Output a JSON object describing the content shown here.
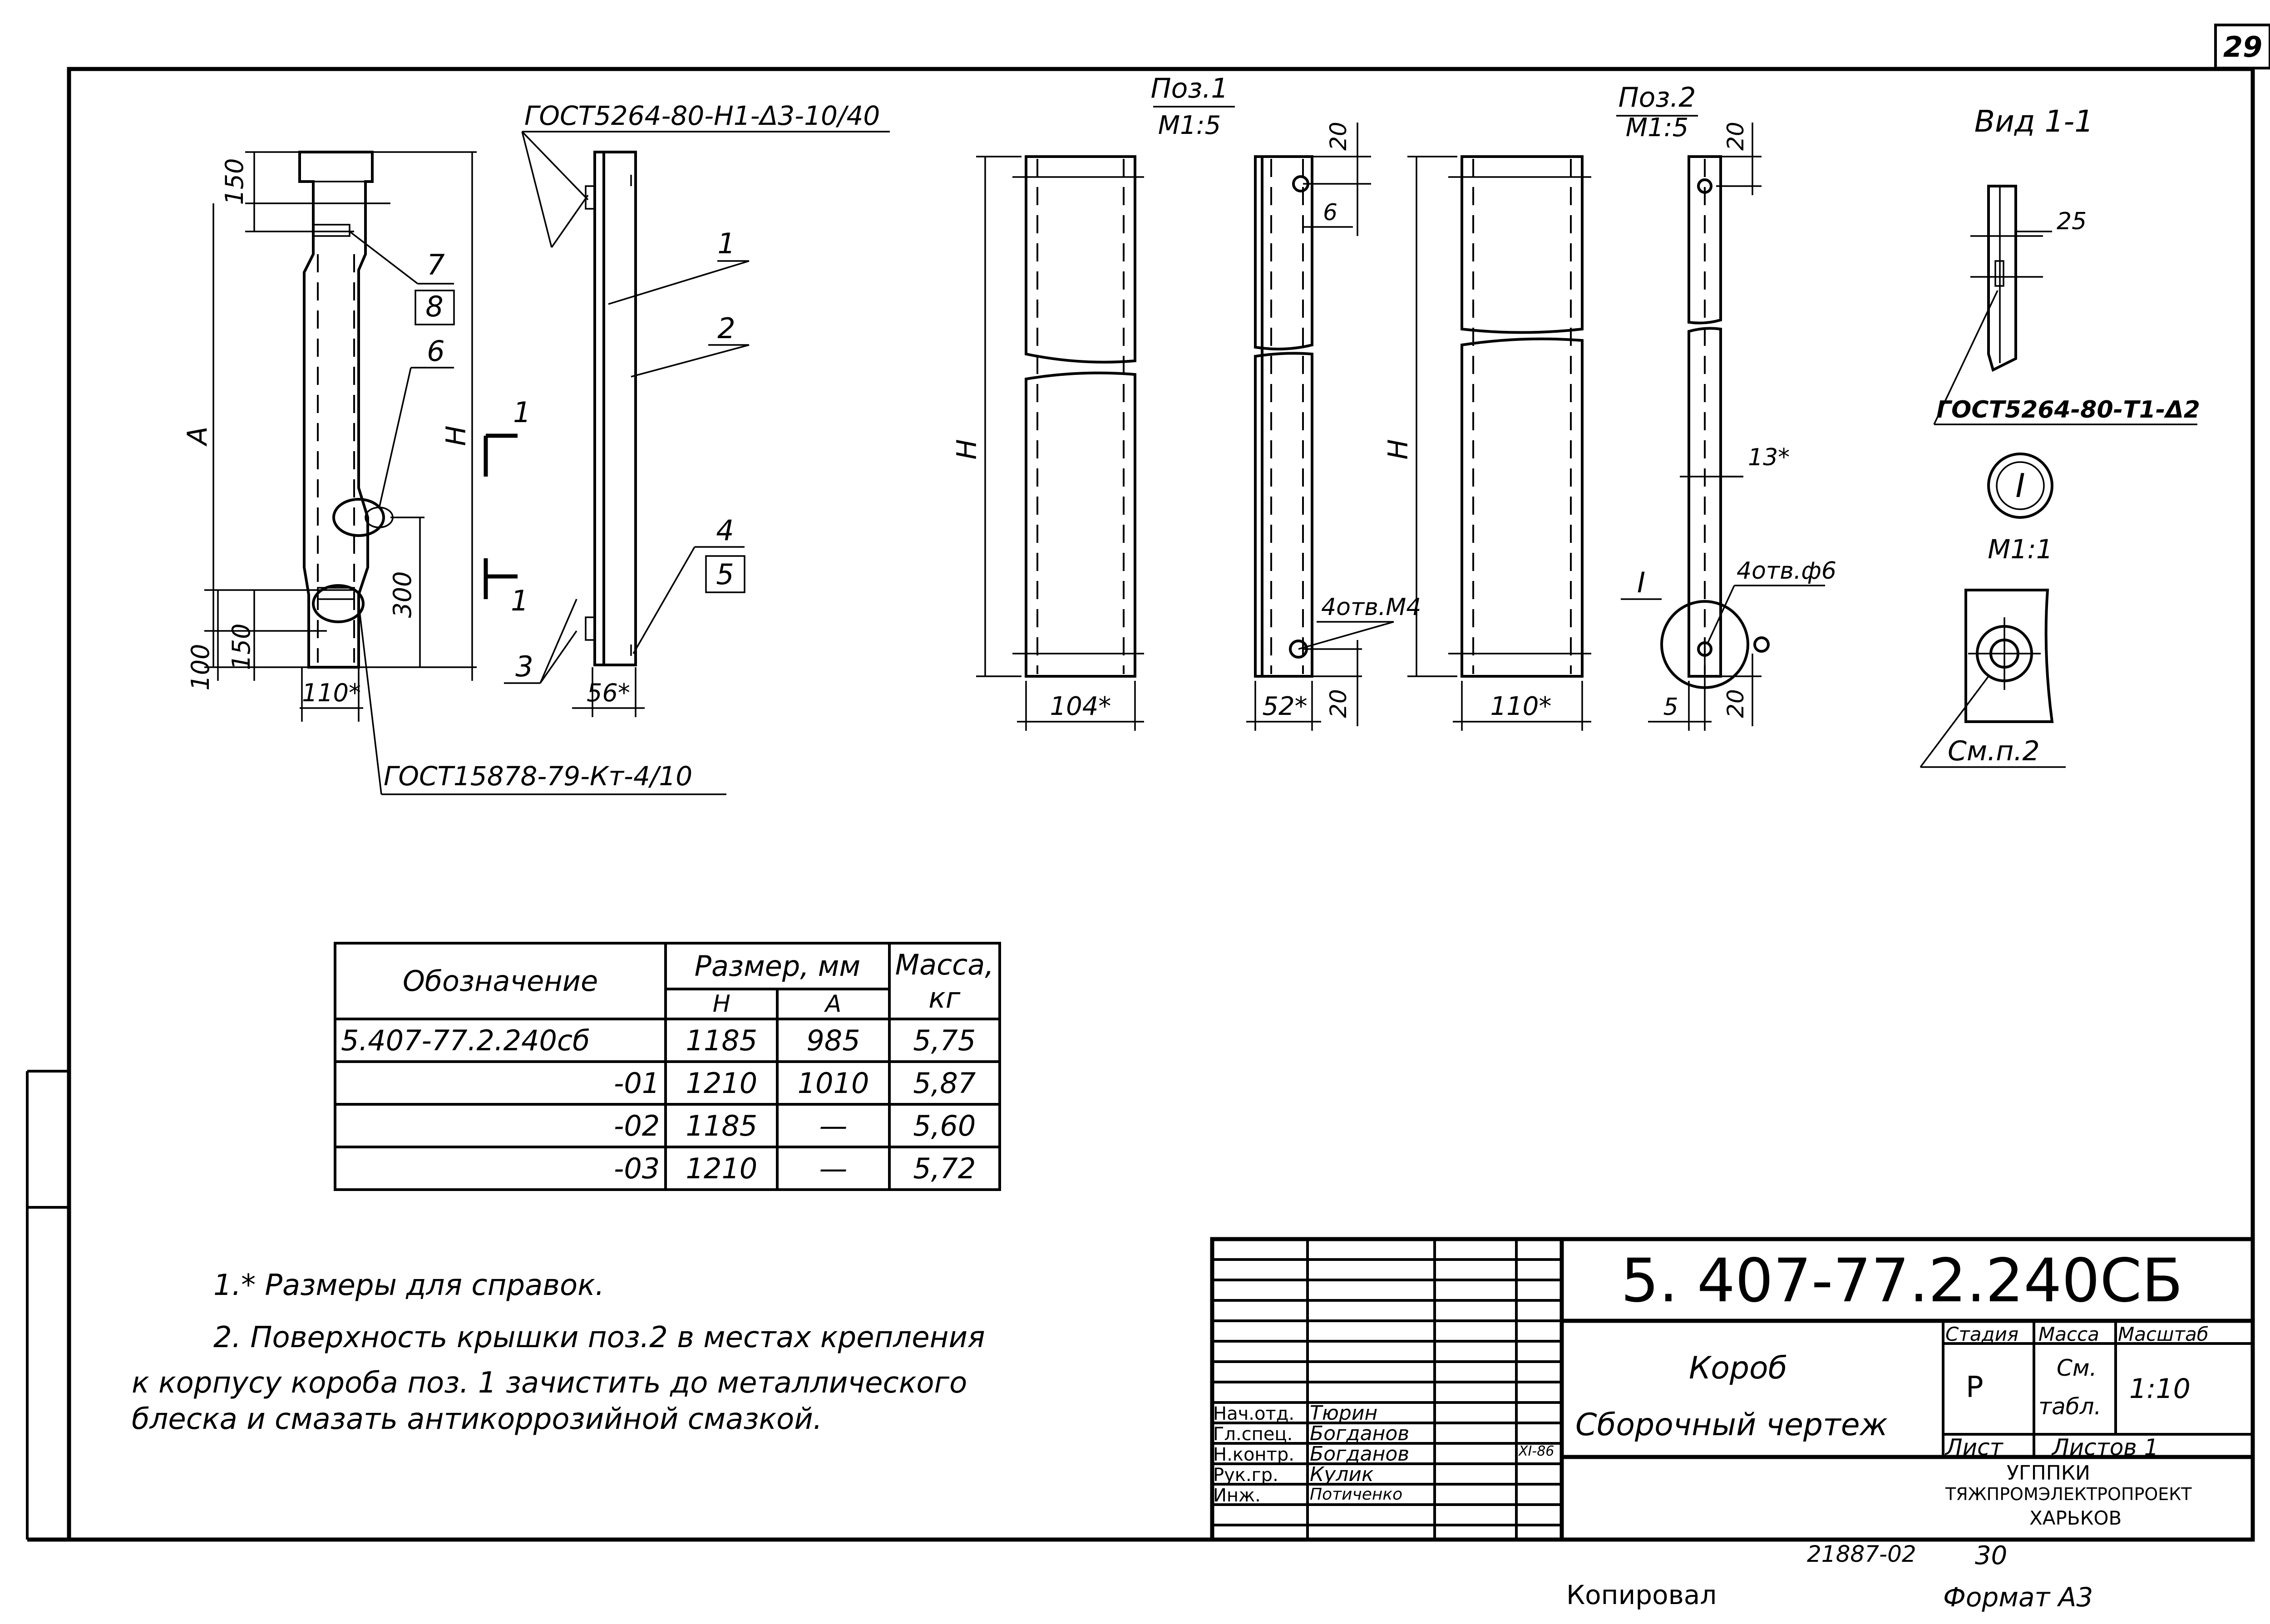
{
  "sheet_number": "29",
  "labels": {
    "gost_top": "ГОСТ5264-80-Н1-Δ3-10/40",
    "gost_bottom": "ГОСТ15878-79-Кт-4/10",
    "gost_view": "ГОСТ5264-80-Т1-Δ2",
    "poz1": "Поз.1",
    "poz2": "Поз.2",
    "scale_m15": "М1:5",
    "view_title": "Вид 1-1",
    "detail_roman": "I",
    "detail_scale": "М1:1",
    "see_note": "См.п.2",
    "holes_m4": "4отв.М4",
    "holes_d6": "4отв.ф6",
    "section_mark": "1",
    "callouts": [
      "1",
      "2",
      "3",
      "4",
      "5",
      "6",
      "7",
      "8"
    ],
    "dims": {
      "d150": "150",
      "d100": "100",
      "d300": "300",
      "d110": "110*",
      "d56": "56*",
      "d104": "104*",
      "d52": "52*",
      "d20": "20",
      "d6": "6",
      "d25": "25",
      "d13": "13*",
      "d5": "5",
      "A": "A",
      "H": "Н"
    }
  },
  "spec_table": {
    "header_designation": "Обозначение",
    "header_size": "Размер, мм",
    "header_H": "Н",
    "header_A": "А",
    "header_mass": "Масса, кг",
    "rows": [
      {
        "designation": "5.407-77.2.240сб",
        "H": "1185",
        "A": "985",
        "mass": "5,75"
      },
      {
        "designation": "-01",
        "H": "1210",
        "A": "1010",
        "mass": "5,87"
      },
      {
        "designation": "-02",
        "H": "1185",
        "A": "—",
        "mass": "5,60"
      },
      {
        "designation": "-03",
        "H": "1210",
        "A": "—",
        "mass": "5,72"
      }
    ]
  },
  "notes": {
    "n1": "1.* Размеры для справок.",
    "n2_l1": "2. Поверхность крышки поз.2 в местах крепления",
    "n2_l2": "к корпусу короба поз. 1 зачистить до металлического",
    "n2_l3": "блеска и смазать антикоррозийной смазкой."
  },
  "title_block": {
    "doc_code": "5. 407-77.2.240СБ",
    "name1": "Короб",
    "name2": "Сборочный чертеж",
    "stage_h": "Стадия",
    "mass_h": "Масса",
    "scale_h": "Масштаб",
    "stage": "Р",
    "mass_v1": "См.",
    "mass_v2": "табл.",
    "scale": "1:10",
    "sheet_lbl": "Лист",
    "sheets_lbl": "Листов 1",
    "org1": "УГППКИ",
    "org2": "ТЯЖПРОМЭЛЕКТРОПРОЕКТ",
    "org3": "ХАРЬКОВ",
    "date": "XI-86",
    "people": [
      {
        "role": "Нач.отд.",
        "name": "Тюрин"
      },
      {
        "role": "Гл.спец.",
        "name": "Богданов"
      },
      {
        "role": "Н.контр.",
        "name": "Богданов"
      },
      {
        "role": "Рук.гр.",
        "name": "Кулик"
      },
      {
        "role": "Инж.",
        "name": "Потиченко"
      }
    ]
  },
  "footer": {
    "inv": "21887-02",
    "page": "30",
    "copied": "Копировал",
    "format": "Формат А3"
  }
}
